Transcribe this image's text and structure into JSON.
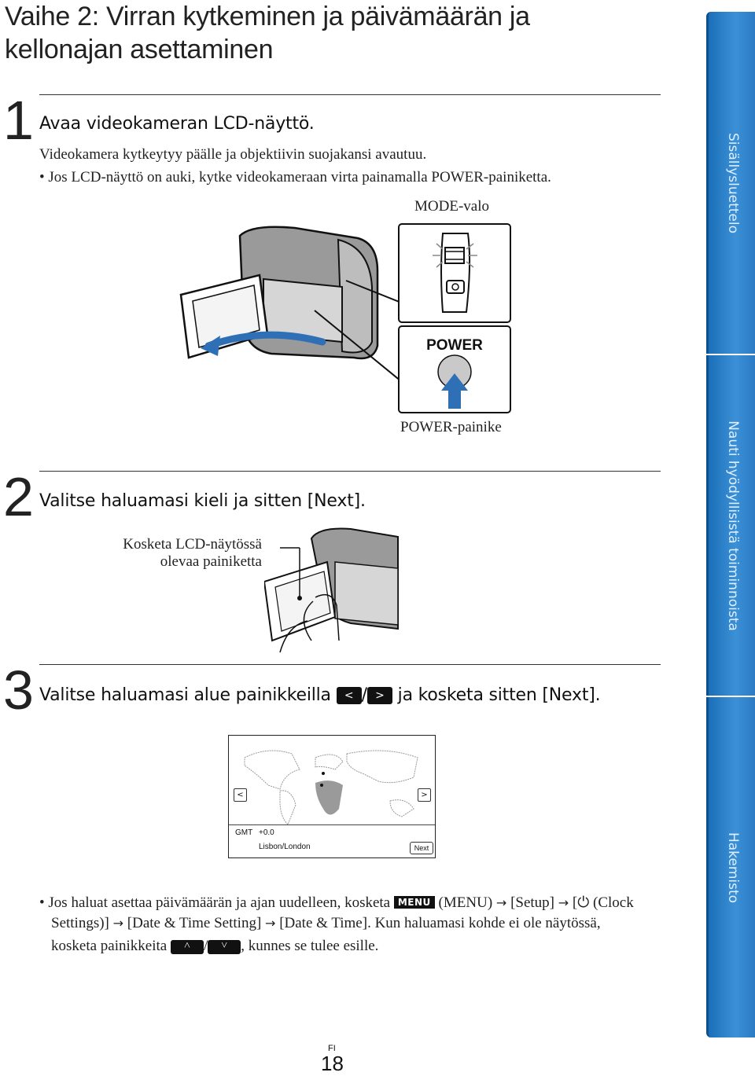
{
  "page_title_line1": "Vaihe 2: Virran kytkeminen ja päivämäärän ja",
  "page_title_line2": "kellonajan asettaminen",
  "step1": {
    "number": "1",
    "heading": "Avaa videokameran LCD-näyttö.",
    "body": "Videokamera kytkeytyy päälle ja objektiivin suojakansi avautuu.",
    "bullet": "Jos LCD-näyttö on auki, kytke videokameraan virta painamalla POWER-painiketta.",
    "callout_mode": "MODE-valo",
    "callout_power": "POWER-painike",
    "power_label": "POWER"
  },
  "step2": {
    "number": "2",
    "heading": "Valitse haluamasi kieli ja sitten [Next].",
    "callout_line1": "Kosketa LCD-näytössä",
    "callout_line2": "olevaa painiketta"
  },
  "step3": {
    "number": "3",
    "heading_pre": "Valitse haluamasi alue painikkeilla",
    "heading_sep": "/",
    "heading_post": "ja kosketa sitten [Next].",
    "screen": {
      "gmt_label": "GMT",
      "gmt_value": "+0.0",
      "city": "Lisbon/London",
      "next_button": "Next"
    }
  },
  "note": {
    "part1": "Jos haluat asettaa päivämäärän ja ajan uudelleen, kosketa",
    "menu_icon": "MENU",
    "part2": "(MENU)",
    "part3": "[Setup]",
    "part4": "[",
    "part5": "(Clock",
    "line2_a": "Settings)]",
    "line2_b": "[Date & Time Setting]",
    "line2_c": "[Date & Time]. Kun haluamasi kohde ei ole näytössä,",
    "line3_a": "kosketa painikkeita",
    "line3_sep": "/",
    "line3_b": ", kunnes se tulee esille."
  },
  "sidebar": {
    "tab1": "Sisällysluettelo",
    "tab2": "Nauti hyödyllisistä toiminnoista",
    "tab3": "Hakemisto",
    "color": "#2a7fc8"
  },
  "footer": {
    "lang": "FI",
    "page_number": "18"
  }
}
